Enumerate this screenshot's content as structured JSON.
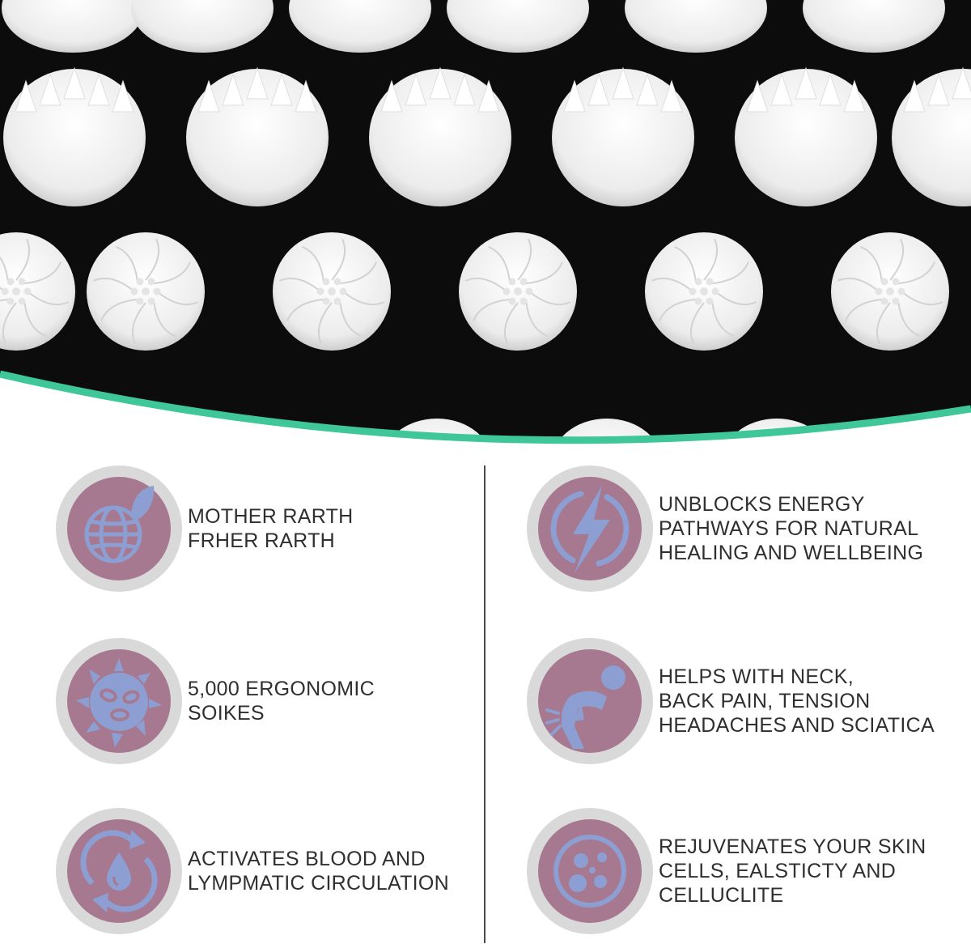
{
  "colors": {
    "mat_black": "#0c0c0c",
    "spike_white": "#f4f4f4",
    "accent_green": "#3fc79a",
    "badge_rim": "#d9d9d9",
    "badge_fill": "#a67990",
    "icon_blue": "#8d9fd2",
    "text": "#2f2f2f"
  },
  "features": [
    {
      "icon": "globe-leaf-icon",
      "lines": [
        "MOTHER RARTH",
        "FRHER RARTH"
      ]
    },
    {
      "icon": "lightning-bolt-icon",
      "lines": [
        "UNBLOCKS ENERGY",
        "PATHWAYS FOR NATURAL",
        "HEALING AND WELLBEING"
      ]
    },
    {
      "icon": "spiked-ball-icon",
      "lines": [
        "5,000 ERGONOMIC",
        "SOIKES"
      ]
    },
    {
      "icon": "back-pain-icon",
      "lines": [
        "HELPS WITH NECK,",
        "BACK PAIN, TENSION",
        "HEADACHES AND SCIATICA"
      ]
    },
    {
      "icon": "circulation-drop-icon",
      "lines": [
        "ACTIVATES BLOOD AND",
        "LYMPMATIC CIRCULATION"
      ]
    },
    {
      "icon": "skin-cells-icon",
      "lines": [
        "REJUVENATES YOUR SKIN",
        "CELLS, EALSTICTY AND",
        "CELLUCLITE"
      ]
    }
  ]
}
